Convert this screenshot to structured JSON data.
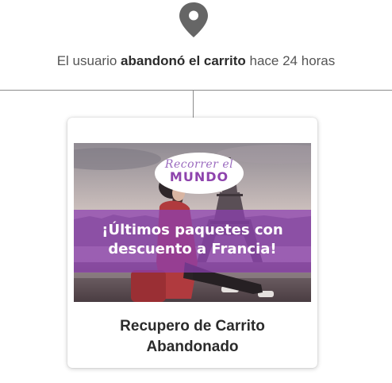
{
  "trigger": {
    "icon": "location-pin-icon",
    "text_before": "El usuario ",
    "text_bold": "abandonó el carrito",
    "text_after": " hace 24 horas"
  },
  "card": {
    "image": {
      "logo_script": "Recorrer el",
      "logo_main": "MUNDO",
      "headline_line1": "¡Últimos paquetes con",
      "headline_line2": "descuento a Francia!"
    },
    "title_line1": "Recupero de Carrito",
    "title_line2": "Abandonado"
  },
  "colors": {
    "brand_purple": "#8e44ad",
    "text_dark": "#2b2b2b",
    "text_muted": "#555555",
    "connector": "#8c8c8c",
    "pin_icon": "#666666"
  }
}
